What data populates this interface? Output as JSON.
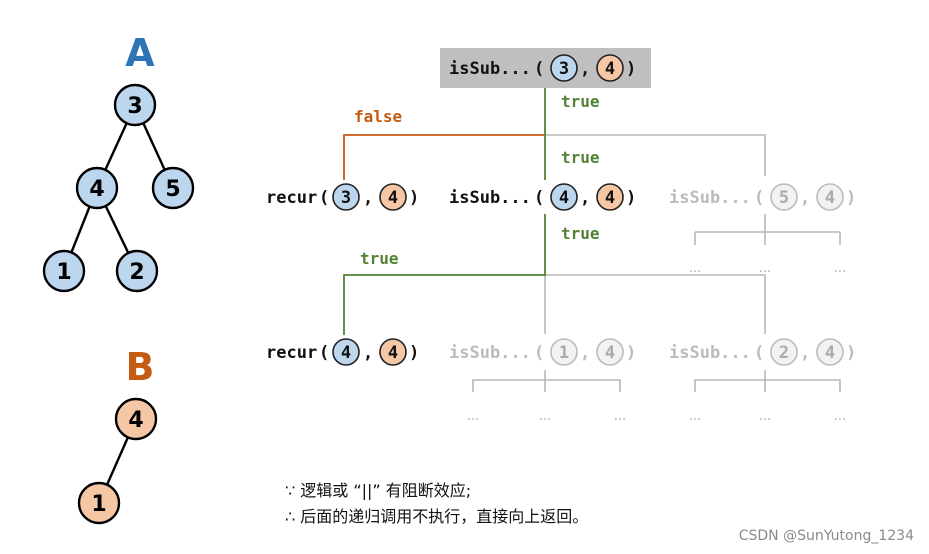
{
  "colors": {
    "blue_fill": "#bcd6ee",
    "orange_fill": "#f6c7a5",
    "blue_title": "#2e75b6",
    "orange_title": "#c55a11",
    "green": "#548235",
    "orange_line": "#c55a11",
    "gray": "#b7b7b7",
    "root_box": "#bfbfbf"
  },
  "tree_a": {
    "title": "A",
    "nodes": [
      "3",
      "4",
      "5",
      "1",
      "2"
    ]
  },
  "tree_b": {
    "title": "B",
    "nodes": [
      "4",
      "1"
    ]
  },
  "calls": {
    "root": {
      "name": "isSub...",
      "a": "3",
      "b": "4"
    },
    "level1": [
      {
        "name": "recur",
        "a": "3",
        "b": "4"
      },
      {
        "name": "isSub...",
        "a": "4",
        "b": "4"
      },
      {
        "name": "isSub...",
        "a": "5",
        "b": "4"
      }
    ],
    "level2": [
      {
        "name": "recur",
        "a": "4",
        "b": "4"
      },
      {
        "name": "isSub...",
        "a": "1",
        "b": "4"
      },
      {
        "name": "isSub...",
        "a": "2",
        "b": "4"
      }
    ]
  },
  "edge_labels": {
    "root_true": "true",
    "false": "false",
    "mid_true": "true",
    "lower_true": "true",
    "left_true": "true"
  },
  "ellipsis": "...",
  "notes": {
    "line1": "∵ 逻辑或 “||” 有阻断效应;",
    "line2": "∴ 后面的递归调用不执行，直接向上返回。"
  },
  "watermark": "CSDN @SunYutong_1234"
}
